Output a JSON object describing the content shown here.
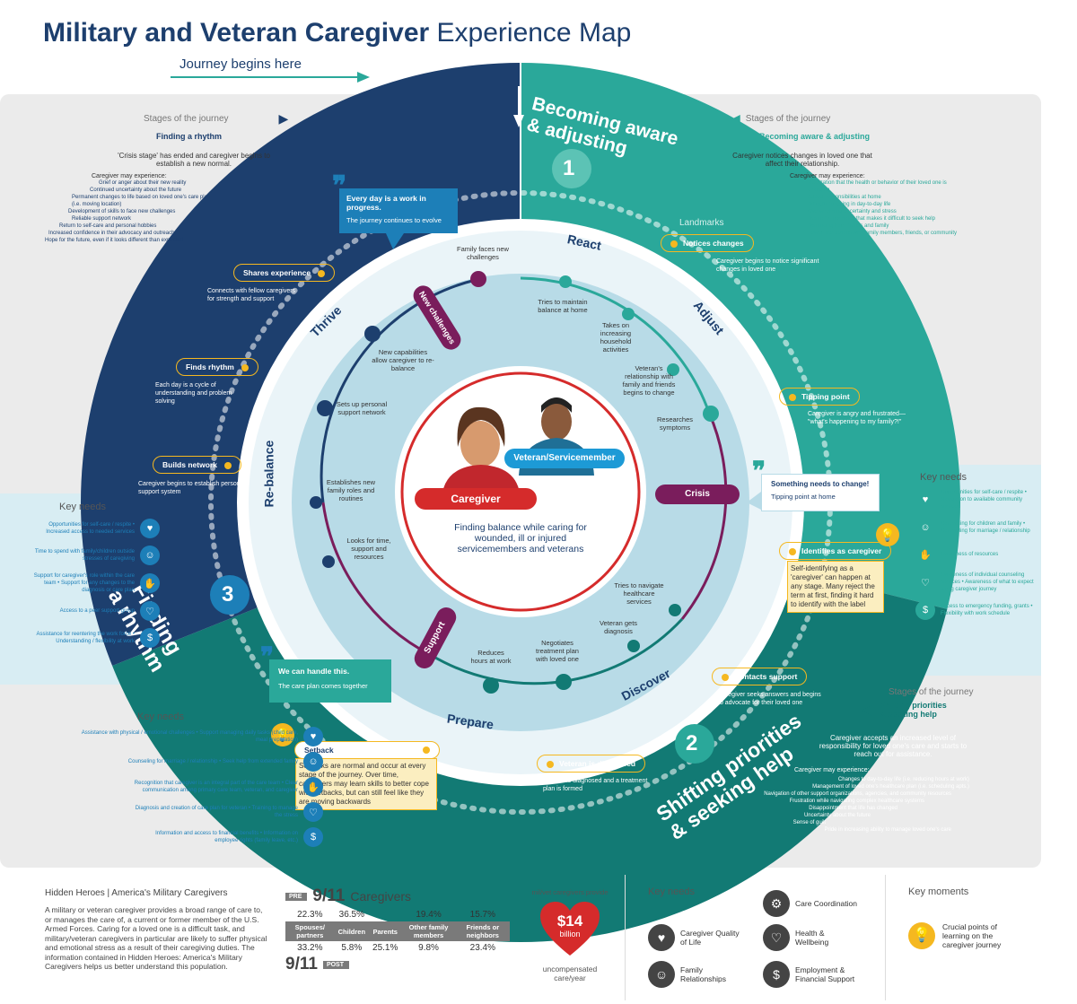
{
  "header": {
    "title_bold": "Military and Veteran Caregiver",
    "title_light": "Experience Map",
    "journey_begins": "Journey begins here"
  },
  "stages_label": "Stages of the journey",
  "stage1": {
    "number": "1",
    "name_line1": "Becoming aware",
    "name_line2": "& adjusting",
    "label": "Becoming aware & adjusting",
    "intro": "Caregiver notices changes in loved one that affect their relationship.",
    "experience_head": "Caregiver may experience:",
    "experience": [
      "Realization that the health or behavior of their loved one is changing",
      "Added responsibilities at home",
      "Difficulty focusing in day-to-day life",
      "Overwhelming uncertainty and stress",
      "Desire for normalcy that makes it difficult to seek help",
      "Distancing from friends and family",
      "Fewer interactions with family members, friends, or community"
    ]
  },
  "stage2": {
    "number": "2",
    "name_line1": "Shifting priorities",
    "name_line2": "& seeking help",
    "label_line1": "Shifting priorities",
    "label_line2": "& seeking help",
    "intro": "Caregiver accepts an increased level of responsibility for loved one's care and starts to reach out for assistance.",
    "experience_head": "Caregiver may experience:",
    "experience": [
      "Changes to day-to-day life (i.e. reducing hours at work)",
      "Management of loved one's healthcare plan (i.e. scheduling apts.)",
      "Navigation of other support organizations, agencies, and community resources",
      "Frustration while navigating complex healthcare systems",
      "Disappointment that life has changed",
      "Uncertainty about the future",
      "Sense of guilt",
      "Pride in increasing ability to manage loved one's care"
    ]
  },
  "stage3": {
    "number": "3",
    "name_line1": "Finding",
    "name_line2": "a rhythm",
    "label": "Finding a rhythm",
    "intro": "'Crisis stage' has ended and caregiver begins to establish a new normal.",
    "experience_head": "Caregiver may experience:",
    "experience": [
      "Grief or anger about their new reality",
      "Continued uncertainty about the future",
      "Permanent changes to life based on loved one's care plan (i.e. moving location)",
      "Development of skills to face new challenges",
      "Reliable support network",
      "Return to self-care and personal hobbies",
      "Increased confidence in their advocacy and outreach",
      "Hope for the future, even if it looks different than expected"
    ]
  },
  "landmarks_label": "Landmarks",
  "landmarks": {
    "notices": {
      "title": "Notices changes",
      "text": "Caregiver begins to notice significant changes in loved one"
    },
    "tipping": {
      "title": "Tipping point",
      "text": "Caregiver is angry and frustrated— \"what's happening to my family?!\""
    },
    "identifies": {
      "title": "Identifies as caregiver",
      "text": "Self-identifying as a 'caregiver' can happen at any stage. Many reject the term at first, finding it hard to identify with the label"
    },
    "contacts": {
      "title": "Contacts support",
      "text": "Caregiver seeks answers and begins to advocate for their loved one"
    },
    "diagnosed": {
      "title": "Veteran is diagnosed",
      "text": "Veteran is diagnosed and a treatment plan is formed"
    },
    "setback": {
      "title": "Setback",
      "text": "Setbacks are normal and occur at every stage of the journey. Over time, caregivers may learn skills to better cope with setbacks, but can still feel like they are moving backwards"
    },
    "builds": {
      "title": "Builds network",
      "text": "Caregiver begins to establish personal support system"
    },
    "finds": {
      "title": "Finds rhythm",
      "text": "Each day is a cycle of understanding and problem solving"
    },
    "shares": {
      "title": "Shares experience",
      "text": "Connects with fellow caregivers for strength and support"
    }
  },
  "quotes": {
    "q1": {
      "bold": "Every day is a work in progress.",
      "text": "The journey continues to evolve"
    },
    "q2": {
      "bold": "Something needs to change!",
      "text": "Tipping point at home"
    },
    "q3": {
      "bold": "We can handle this.",
      "text": "The care plan comes together"
    }
  },
  "ring_labels": {
    "react": "React",
    "adjust": "Adjust",
    "discover": "Discover",
    "prepare": "Prepare",
    "rebalance": "Re-balance",
    "thrive": "Thrive"
  },
  "phase_pills": {
    "crisis": "Crisis",
    "support": "Support",
    "new_challenges": "New challenges"
  },
  "inner_steps": {
    "s1": "Family faces new challenges",
    "s2": "Tries to maintain balance at home",
    "s3": "Takes on increasing household activities",
    "s4": "Veteran's relationship with family and friends begins to change",
    "s5": "Researches symptoms",
    "s6": "Tries to navigate healthcare services",
    "s7": "Veteran gets diagnosis",
    "s8": "Negotiates treatment plan with loved one",
    "s9": "Reduces hours at work",
    "s10": "Looks for time, support and resources",
    "s11": "Establishes new family roles and routines",
    "s12": "Sets up personal support network",
    "s13": "New capabilities allow caregiver to re-balance"
  },
  "center": {
    "veteran_label": "Veteran/Servicemember",
    "caregiver_label": "Caregiver",
    "text": "Finding balance while caring for wounded, ill or injured servicemembers and veterans"
  },
  "key_needs_label": "Key needs",
  "needs_right": [
    "Opportunities for self-care / respite • Navigation to available community services",
    "Counseling for children and family • Counseling for marriage / relationship",
    "Awareness of resources",
    "Awareness of individual counseling services • Awareness of what to expect along caregiver journey",
    "Access to emergency funding, grants • Flexibility with work schedule"
  ],
  "needs_left": [
    "Opportunities for self-care / respite • Increased access to needed services",
    "Time to spend with family/children outside stresses of caregiving",
    "Support for caregiver's role within the care team • Support for any changes to the diagnosis or care plan",
    "Access to a peer support group",
    "Assistance for reentering the work force • Understanding / flexibility at work"
  ],
  "needs_bottom": [
    "Assistance with physical / emotional challenges • Support managing daily tasks (child care, meal preparation)",
    "Counseling for marriage / relationship • Seek help from extended family",
    "Recognition that caregiver is an integral part of the care team • Clear communication among primary care team, veteran, and caregiver",
    "Diagnosis and creation of care plan for veteran • Training to manage the stress",
    "Information and access to financial benefits • Information on employee rights (family leave, etc.)"
  ],
  "footer": {
    "org_title": "Hidden Heroes | America's Military Caregivers",
    "org_text": "A military or veteran caregiver provides a broad range of care to, or manages the care of, a current or former member of the U.S. Armed Forces. Caring for a loved one is a difficult task, and military/veteran caregivers in particular are likely to suffer physical and emotional stress as a result of their caregiving duties. The information contained in Hidden Heroes: America's Military Caregivers helps us better understand this population.",
    "pre_tag": "PRE",
    "pre_year": "9/11",
    "caregivers_word": "Caregivers",
    "post_tag": "POST",
    "post_year": "9/11",
    "columns": [
      "Spouses/ partners",
      "Children",
      "Parents",
      "Other family members",
      "Friends or neighbors"
    ],
    "pre_values": [
      "22.3%",
      "36.5%",
      "",
      "19.4%",
      "15.7%"
    ],
    "post_values": [
      "33.2%",
      "5.8%",
      "25.1%",
      "9.8%",
      "23.4%"
    ],
    "provide_label": "mil/vet caregivers provide",
    "amount": "$14",
    "amount_unit": "billion",
    "uncomp": "uncompensated care/year",
    "key_needs_title": "Key needs",
    "needs": [
      "Caregiver Quality of Life",
      "Care Coordination",
      "Family Relationships",
      "Health & Wellbeing",
      "Employment & Financial Support"
    ],
    "key_moments_title": "Key moments",
    "moments_text": "Crucial points of learning on the caregiver journey"
  },
  "colors": {
    "navy": "#1d3f6e",
    "teal": "#2aa89a",
    "dark_teal": "#127a74",
    "light_blue": "#c9e4ee",
    "purple": "#7a1d5c",
    "red": "#d52b2b",
    "yellow": "#f5b820"
  }
}
